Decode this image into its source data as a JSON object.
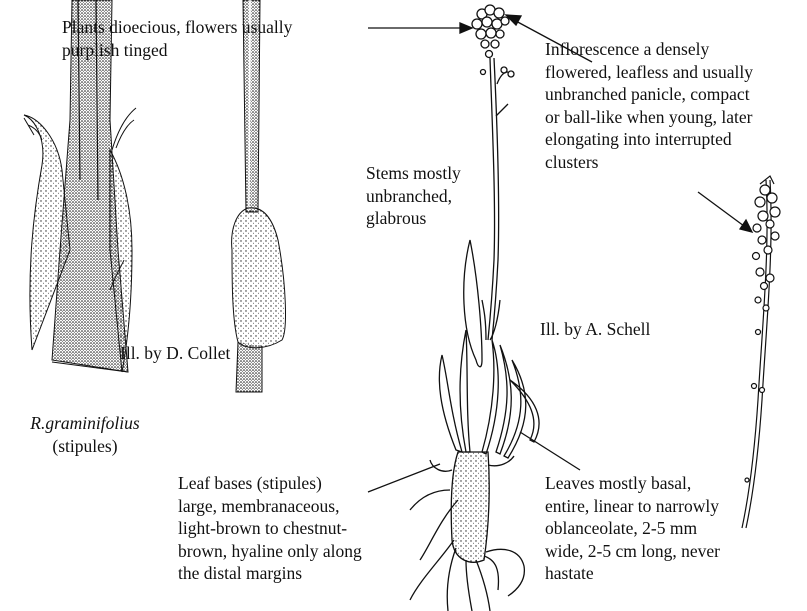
{
  "labels": {
    "dioecious": [
      "Plants dioecious, flowers usually",
      "purplish tinged"
    ],
    "inflorescence": [
      "Inflorescence a densely",
      "flowered, leafless and usually",
      "unbranched panicle, compact",
      "or ball-like when young, later",
      "elongating into interrupted",
      "clusters"
    ],
    "stems": [
      "Stems mostly",
      "unbranched,",
      "glabrous"
    ],
    "credit_collet": "Ill. by D. Collet",
    "credit_schell": "Ill. by A. Schell",
    "species": {
      "name": "R.graminifolius",
      "part": "(stipules)"
    },
    "leaf_bases": [
      "Leaf bases (stipules)",
      "large, membranaceous,",
      "light-brown to chestnut-",
      "brown, hyaline only along",
      "the distal margins"
    ],
    "leaves": [
      "Leaves mostly basal,",
      "entire, linear to narrowly",
      "oblanceolate, 2-5 mm",
      "wide, 2-5 cm long, never",
      "hastate"
    ]
  }
}
